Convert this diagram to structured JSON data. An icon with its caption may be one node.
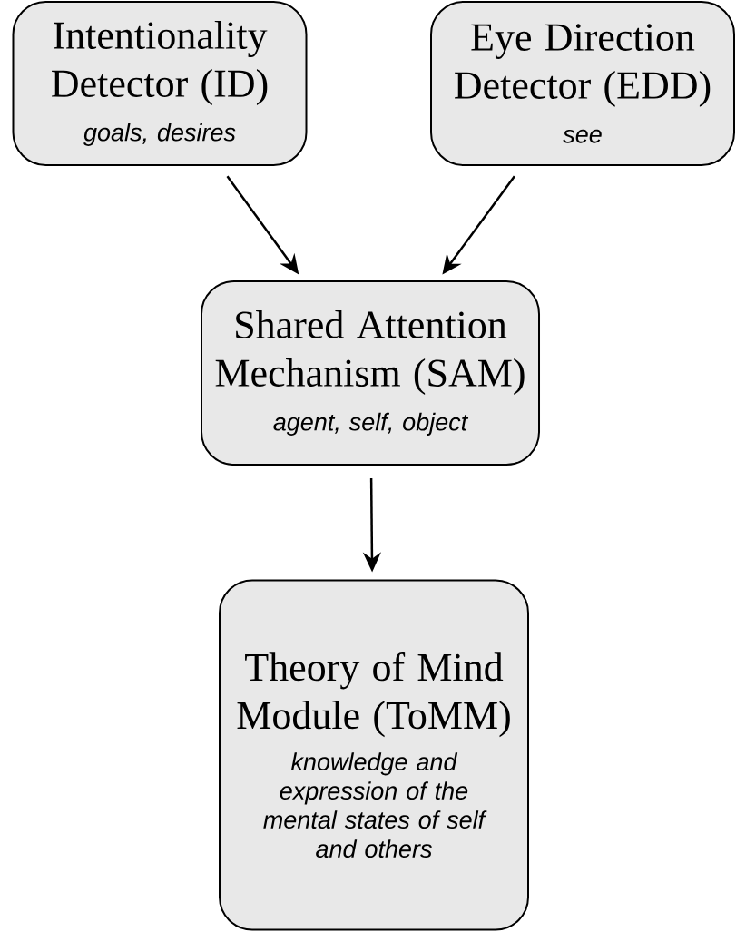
{
  "diagram": {
    "nodes": [
      {
        "text": [
          "Intentionality Detector (ID)",
          "goals, desires"
        ]
      },
      {
        "text": [
          "Eye Direction Detector (EDD)",
          "see"
        ]
      },
      {
        "text": [
          "Shared Attention Mechanism (SAM)",
          "agent, self, object"
        ]
      },
      {
        "text": [
          "Theory of Mind Module (ToMM)",
          "knowledge and expression of the mental states of self and others"
        ]
      }
    ],
    "edges": [
      {
        "from": 0,
        "to": 2,
        "arrow": "to"
      },
      {
        "from": 1,
        "to": 2,
        "arrow": "to"
      },
      {
        "from": 2,
        "to": 3,
        "arrow": "to"
      }
    ]
  }
}
